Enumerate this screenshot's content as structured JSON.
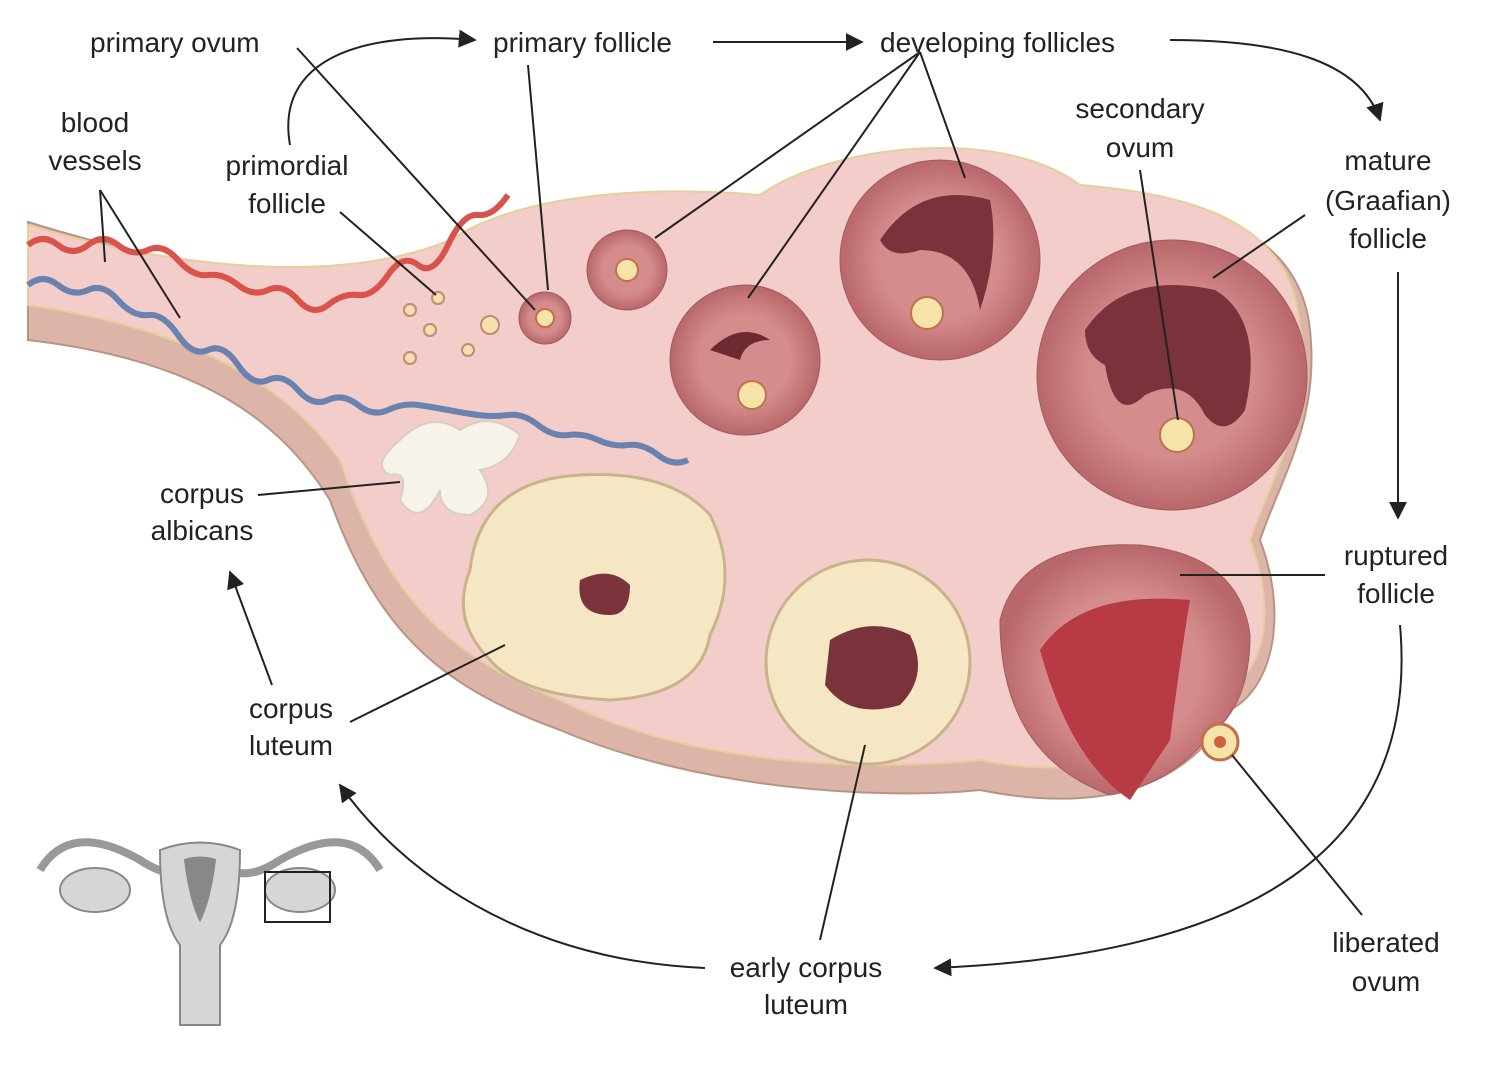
{
  "labels": {
    "primary_ovum": "primary ovum",
    "primary_follicle": "primary follicle",
    "developing_follicles": "developing follicles",
    "blood_vessels_1": "blood",
    "blood_vessels_2": "vessels",
    "primordial_follicle_1": "primordial",
    "primordial_follicle_2": "follicle",
    "secondary_ovum_1": "secondary",
    "secondary_ovum_2": "ovum",
    "mature_follicle_1": "mature",
    "mature_follicle_2": "(Graafian)",
    "mature_follicle_3": "follicle",
    "ruptured_follicle_1": "ruptured",
    "ruptured_follicle_2": "follicle",
    "corpus_albicans_1": "corpus",
    "corpus_albicans_2": "albicans",
    "corpus_luteum_1": "corpus",
    "corpus_luteum_2": "luteum",
    "early_corpus_luteum_1": "early corpus",
    "early_corpus_luteum_2": "luteum",
    "liberated_ovum_1": "liberated",
    "liberated_ovum_2": "ovum"
  },
  "colors": {
    "tissue": "#f2c9c6",
    "capsule": "#d9b3a6",
    "follicle": "#c97a7c",
    "antrum": "#8a3a40",
    "luteum": "#f5e6c4",
    "artery": "#d9534a",
    "vein": "#6a82b0"
  }
}
